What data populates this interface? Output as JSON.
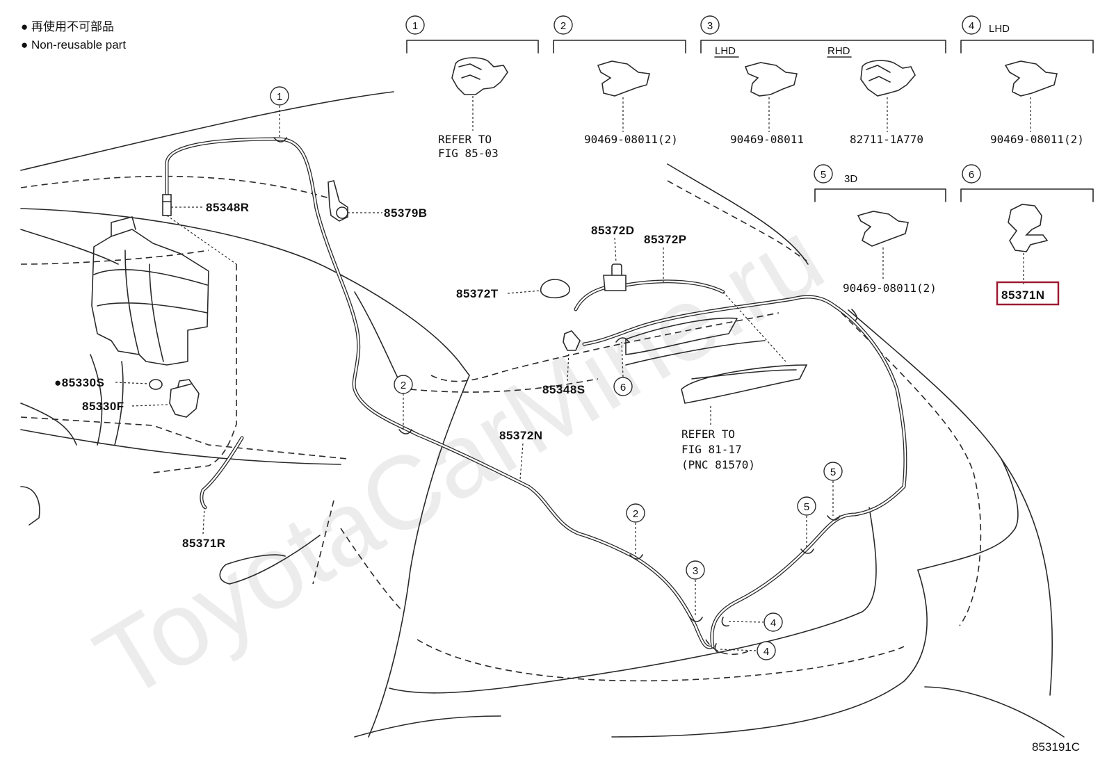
{
  "legend": {
    "line_jp": "● 再使用不可部品",
    "line_en": "● Non-reusable part"
  },
  "diagram_code": "853191C",
  "watermark": "ToyotaCarMine.ru",
  "detail_boxes": [
    {
      "id": "1",
      "note": "",
      "sub_labels": [],
      "parts": [
        "REFER TO",
        "FIG 85-03"
      ]
    },
    {
      "id": "2",
      "note": "",
      "sub_labels": [],
      "parts": [
        "90469-08011(2)"
      ]
    },
    {
      "id": "3",
      "note": "",
      "sub_labels": [
        "LHD",
        "RHD"
      ],
      "parts": [
        "90469-08011",
        "82711-1A770"
      ]
    },
    {
      "id": "4",
      "note": "LHD",
      "sub_labels": [],
      "parts": [
        "90469-08011(2)"
      ]
    },
    {
      "id": "5",
      "note": "3D",
      "sub_labels": [],
      "parts": [
        "90469-08011(2)"
      ]
    },
    {
      "id": "6",
      "note": "",
      "sub_labels": [],
      "parts": [
        "85371N"
      ]
    }
  ],
  "highlighted_part": "85371N",
  "callouts": {
    "p85348R": "85348R",
    "p85379B": "85379B",
    "p85372D": "85372D",
    "p85372P": "85372P",
    "p85372T": "85372T",
    "p85330S": "●85330S",
    "p85330F": "85330F",
    "p85348S": "85348S",
    "p85372N": "85372N",
    "p85371R": "85371R"
  },
  "fig_ref": {
    "line1": "REFER TO",
    "line2": "FIG 81-17",
    "line3": "(PNC 81570)"
  },
  "clip_markers": [
    "1",
    "2",
    "2",
    "3",
    "4",
    "4",
    "5",
    "5",
    "6"
  ]
}
